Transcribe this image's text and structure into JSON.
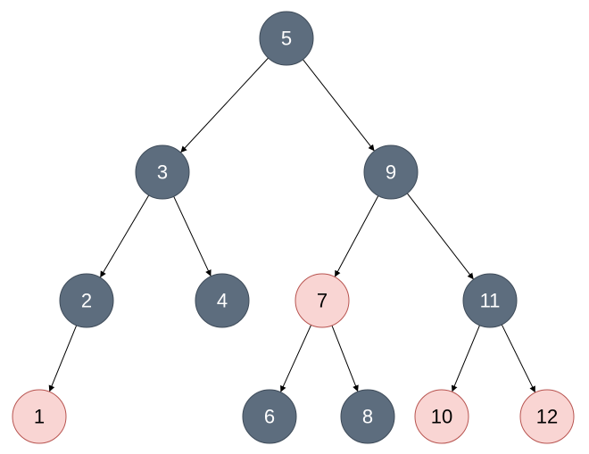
{
  "colors": {
    "dark_fill": "#5d6d7e",
    "dark_stroke": "#3e4b59",
    "dark_text": "#ffffff",
    "red_fill": "#f9d5d3",
    "red_stroke": "#b85450",
    "red_text": "#000000",
    "edge": "#000000"
  },
  "nodes": [
    {
      "id": "n5",
      "label": "5",
      "style": "dark"
    },
    {
      "id": "n3",
      "label": "3",
      "style": "dark"
    },
    {
      "id": "n9",
      "label": "9",
      "style": "dark"
    },
    {
      "id": "n2",
      "label": "2",
      "style": "dark"
    },
    {
      "id": "n4",
      "label": "4",
      "style": "dark"
    },
    {
      "id": "n7",
      "label": "7",
      "style": "red"
    },
    {
      "id": "n11",
      "label": "11",
      "style": "dark"
    },
    {
      "id": "n1",
      "label": "1",
      "style": "red"
    },
    {
      "id": "n6",
      "label": "6",
      "style": "dark"
    },
    {
      "id": "n8",
      "label": "8",
      "style": "dark"
    },
    {
      "id": "n10",
      "label": "10",
      "style": "red"
    },
    {
      "id": "n12",
      "label": "12",
      "style": "red"
    }
  ],
  "edges": [
    {
      "from": "n5",
      "to": "n3"
    },
    {
      "from": "n5",
      "to": "n9"
    },
    {
      "from": "n3",
      "to": "n2"
    },
    {
      "from": "n3",
      "to": "n4"
    },
    {
      "from": "n9",
      "to": "n7"
    },
    {
      "from": "n9",
      "to": "n11"
    },
    {
      "from": "n2",
      "to": "n1"
    },
    {
      "from": "n7",
      "to": "n6"
    },
    {
      "from": "n7",
      "to": "n8"
    },
    {
      "from": "n11",
      "to": "n10"
    },
    {
      "from": "n11",
      "to": "n12"
    }
  ]
}
